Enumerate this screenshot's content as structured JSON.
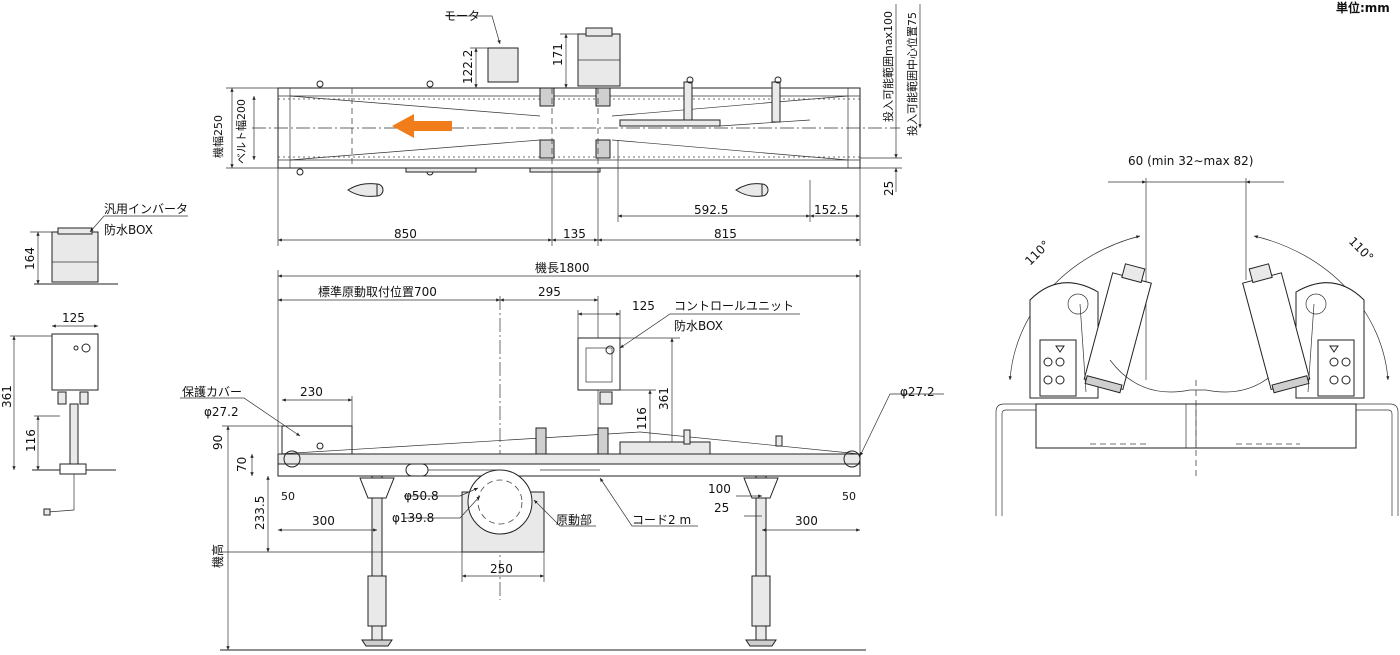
{
  "unit": "単位:mm",
  "labels": {
    "motor": "モータ",
    "inverter_1": "汎用インバータ",
    "inverter_2": "防水BOX",
    "control_unit_1": "コントロールユニット",
    "control_unit_2": "防水BOX",
    "standard_drive": "標準原動取付位置700",
    "guard_cover": "保護カバー",
    "drive_unit": "原動部",
    "cord": "コード2 m",
    "machine_height": "機高",
    "machine_width": "機幅250",
    "belt_width": "ベルト幅200",
    "machine_length": "機長1800",
    "insert_max": "投入可能範囲max100",
    "insert_center": "投入可能範囲中心位置75",
    "range": "60 (min 32∼max 82)",
    "angle_left": "110°",
    "angle_right": "110°"
  },
  "dimensions": {
    "d_850": "850",
    "d_135": "135",
    "d_815": "815",
    "d_5925": "592.5",
    "d_1525": "152.5",
    "d_25_top": "25",
    "d_1222": "122.2",
    "d_171": "171",
    "d_164": "164",
    "d_125_inv": "125",
    "d_361_inv": "361",
    "d_116_inv": "116",
    "d_295": "295",
    "d_125_cu": "125",
    "d_116_cu": "116",
    "d_361_cu": "361",
    "d_230": "230",
    "d_phi272_l": "φ27.2",
    "d_phi272_r": "φ27.2",
    "d_90": "90",
    "d_70": "70",
    "d_2335": "233.5",
    "d_50_l": "50",
    "d_50_r": "50",
    "d_300_l": "300",
    "d_300_r": "300",
    "d_phi508": "φ50.8",
    "d_phi1398": "φ139.8",
    "d_100": "100",
    "d_25_bot": "25",
    "d_250": "250"
  }
}
